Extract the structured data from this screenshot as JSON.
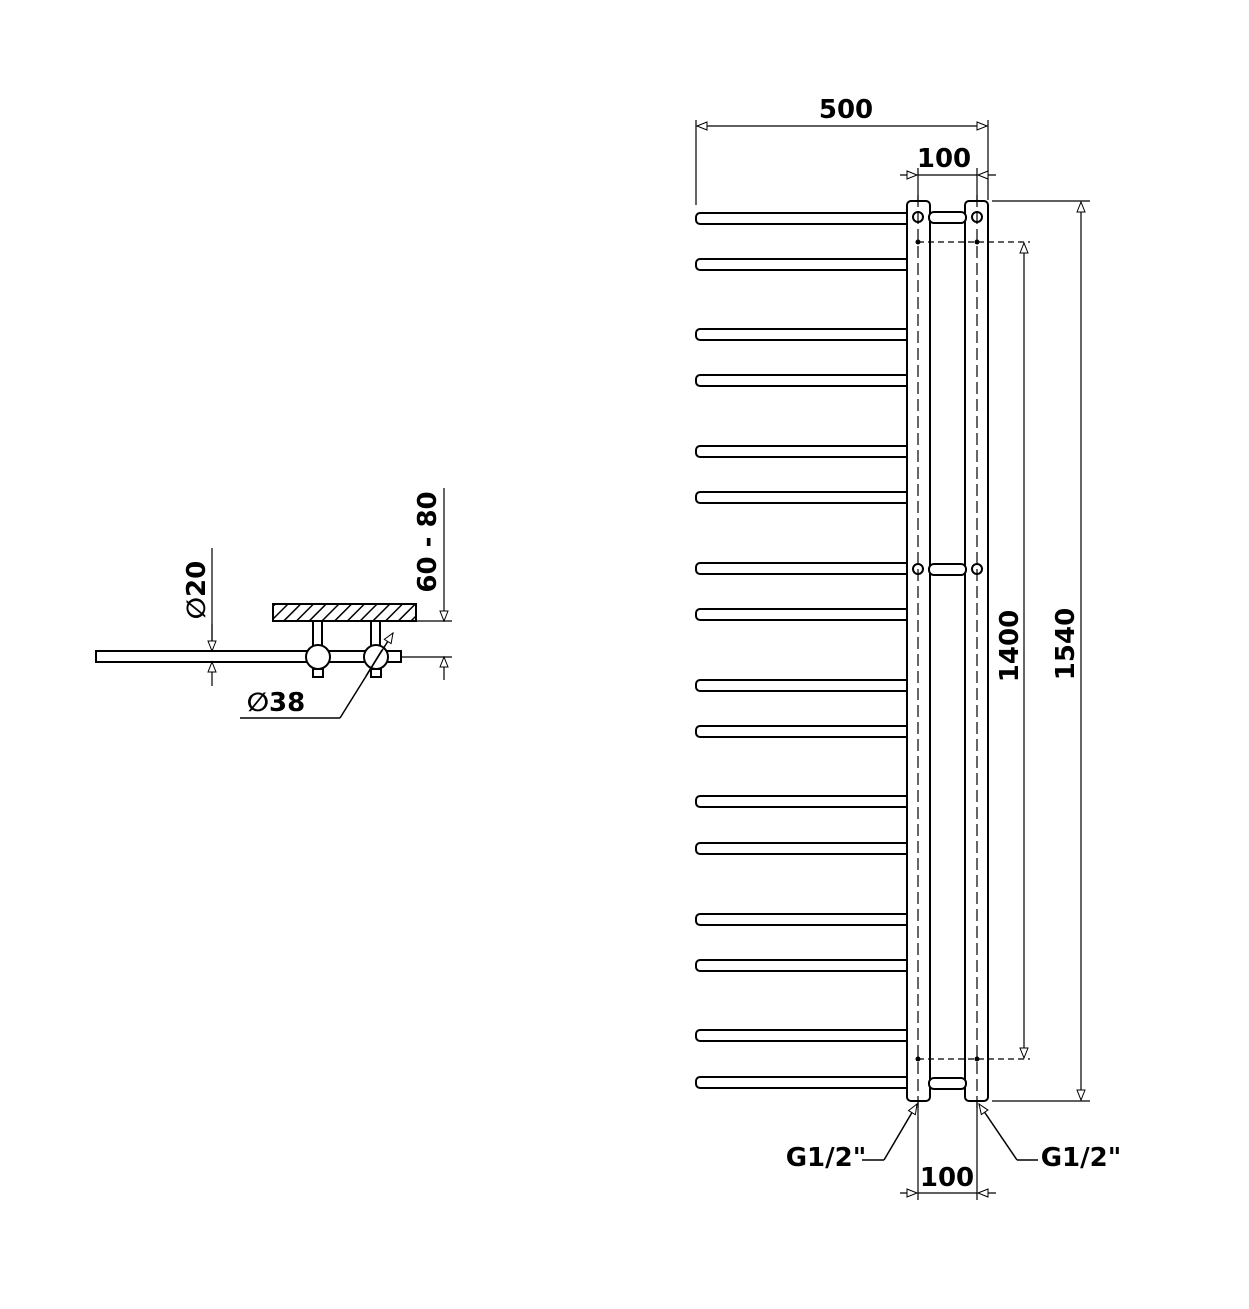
{
  "colors": {
    "line": "#000000",
    "background": "#ffffff"
  },
  "side_view": {
    "pipe_diameter": "∅20",
    "collector_diameter": "∅38",
    "wall_distance": "60 - 80"
  },
  "front_view": {
    "overall_width": "500",
    "collector_spacing_top": "100",
    "collector_spacing_bottom": "100",
    "connection_spacing": "1400",
    "overall_height": "1540",
    "inlet_left": "G1/2\"",
    "inlet_right": "G1/2\""
  }
}
